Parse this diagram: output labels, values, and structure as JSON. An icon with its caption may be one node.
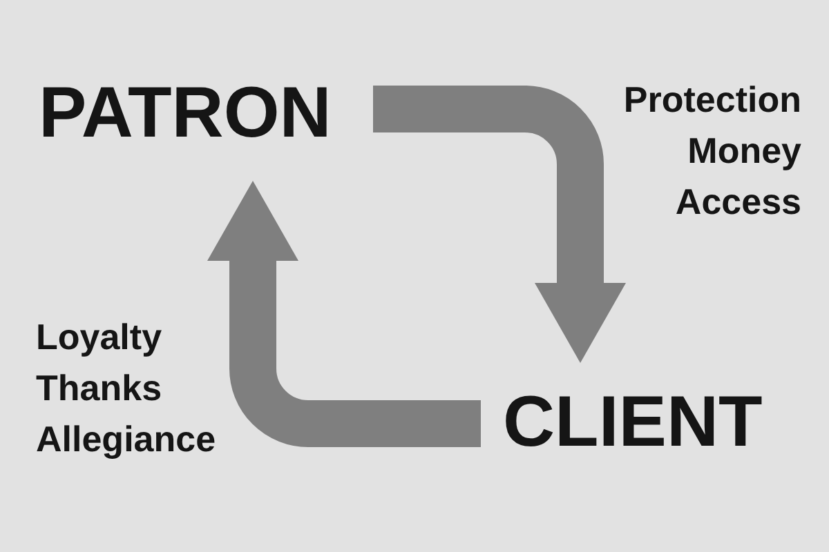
{
  "diagram": {
    "nodes": [
      {
        "text": [
          "PATRON"
        ]
      },
      {
        "text": [
          "CLIENT"
        ]
      }
    ],
    "edges": [
      {
        "from": 0,
        "to": 1,
        "arrow": "to",
        "label": "Protection Money Access"
      },
      {
        "from": 1,
        "to": 0,
        "arrow": "to",
        "label": "Loyalty Thanks Allegiance"
      }
    ]
  }
}
